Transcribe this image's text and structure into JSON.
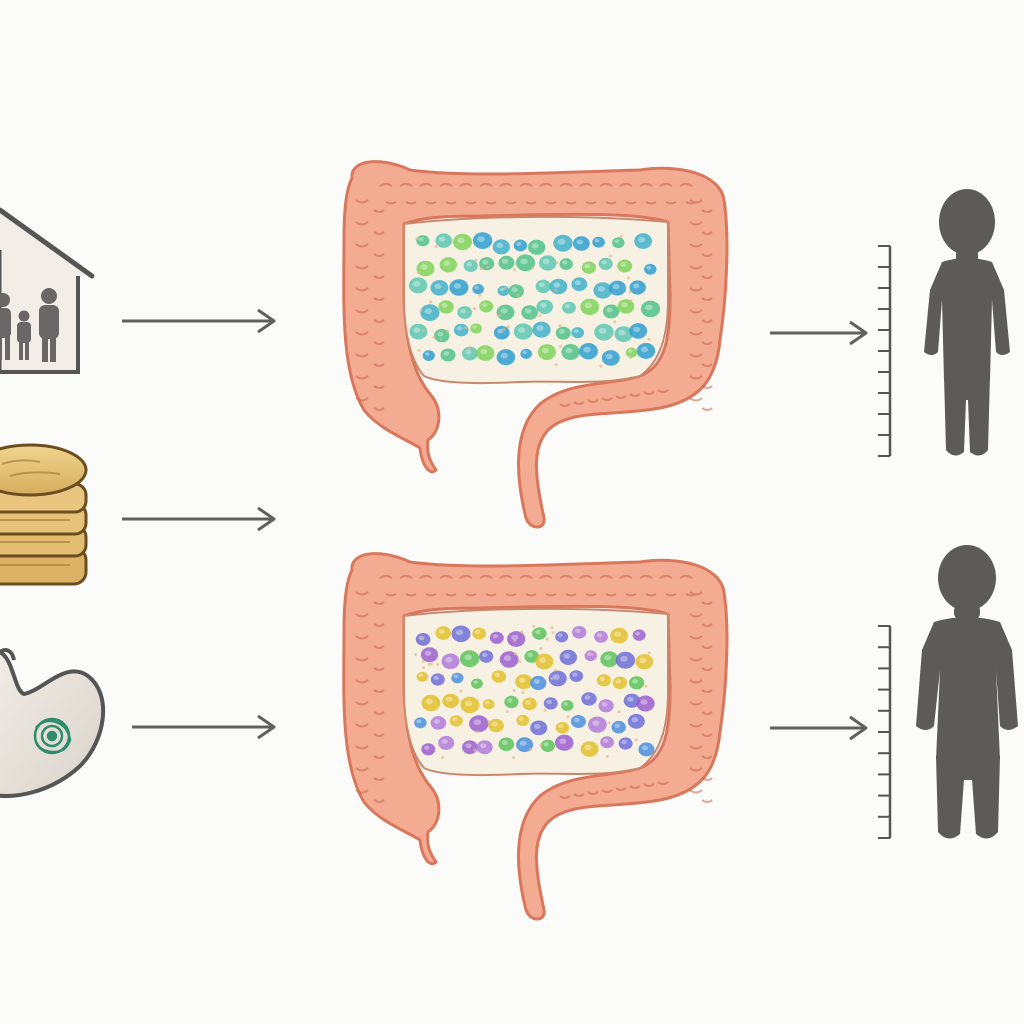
{
  "diagram": {
    "background": "#fbfbfa",
    "factors": [
      {
        "icon": "family-house-icon"
      },
      {
        "icon": "stacked-flatbread-icon"
      },
      {
        "icon": "stomach-microbe-icon"
      }
    ],
    "microbiomes": [
      {
        "icon": "colon-icon",
        "microbes": "blue-green",
        "palette": [
          "#3fb0c9",
          "#4fc28a",
          "#7fd35a",
          "#2f9fd0",
          "#5cc7b0"
        ]
      },
      {
        "icon": "colon-icon",
        "microbes": "mixed",
        "palette": [
          "#6d6fd8",
          "#9a5fd0",
          "#e3c12e",
          "#5cc25a",
          "#4a8fe0",
          "#b07ad9"
        ]
      }
    ],
    "outcomes": [
      {
        "icon": "child-silhouette-icon",
        "build": "slim"
      },
      {
        "icon": "child-silhouette-icon",
        "build": "heavier"
      }
    ],
    "colors": {
      "colon_fill": "#f3ac92",
      "colon_stroke": "#d9775c",
      "colon_inner": "#f6f1e2",
      "arrow": "#606060",
      "silhouette": "#5d5a5a",
      "ruler": "#555555"
    }
  }
}
